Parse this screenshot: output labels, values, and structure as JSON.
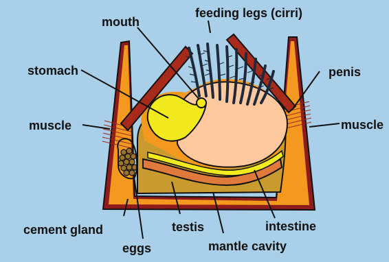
{
  "diagram": {
    "labels": {
      "feeding_legs": "feeding legs (cirri)",
      "mouth": "mouth",
      "stomach": "stomach",
      "penis": "penis",
      "muscle_left": "muscle",
      "muscle_right": "muscle",
      "cement_gland": "cement gland",
      "eggs": "eggs",
      "testis": "testis",
      "intestine": "intestine",
      "mantle_cavity": "mantle cavity"
    },
    "colors": {
      "background": "#a9cfe9",
      "shell_outer": "#8e1c1c",
      "shell_inner": "#f39a1e",
      "mantle": "#c99a2e",
      "body": "#ffc9a0",
      "stomach": "#f2ea1c",
      "cirri": "#1e2a3a",
      "testis": "#e07a3c",
      "eggs": "#9a7428",
      "label_text": "#111111"
    }
  }
}
